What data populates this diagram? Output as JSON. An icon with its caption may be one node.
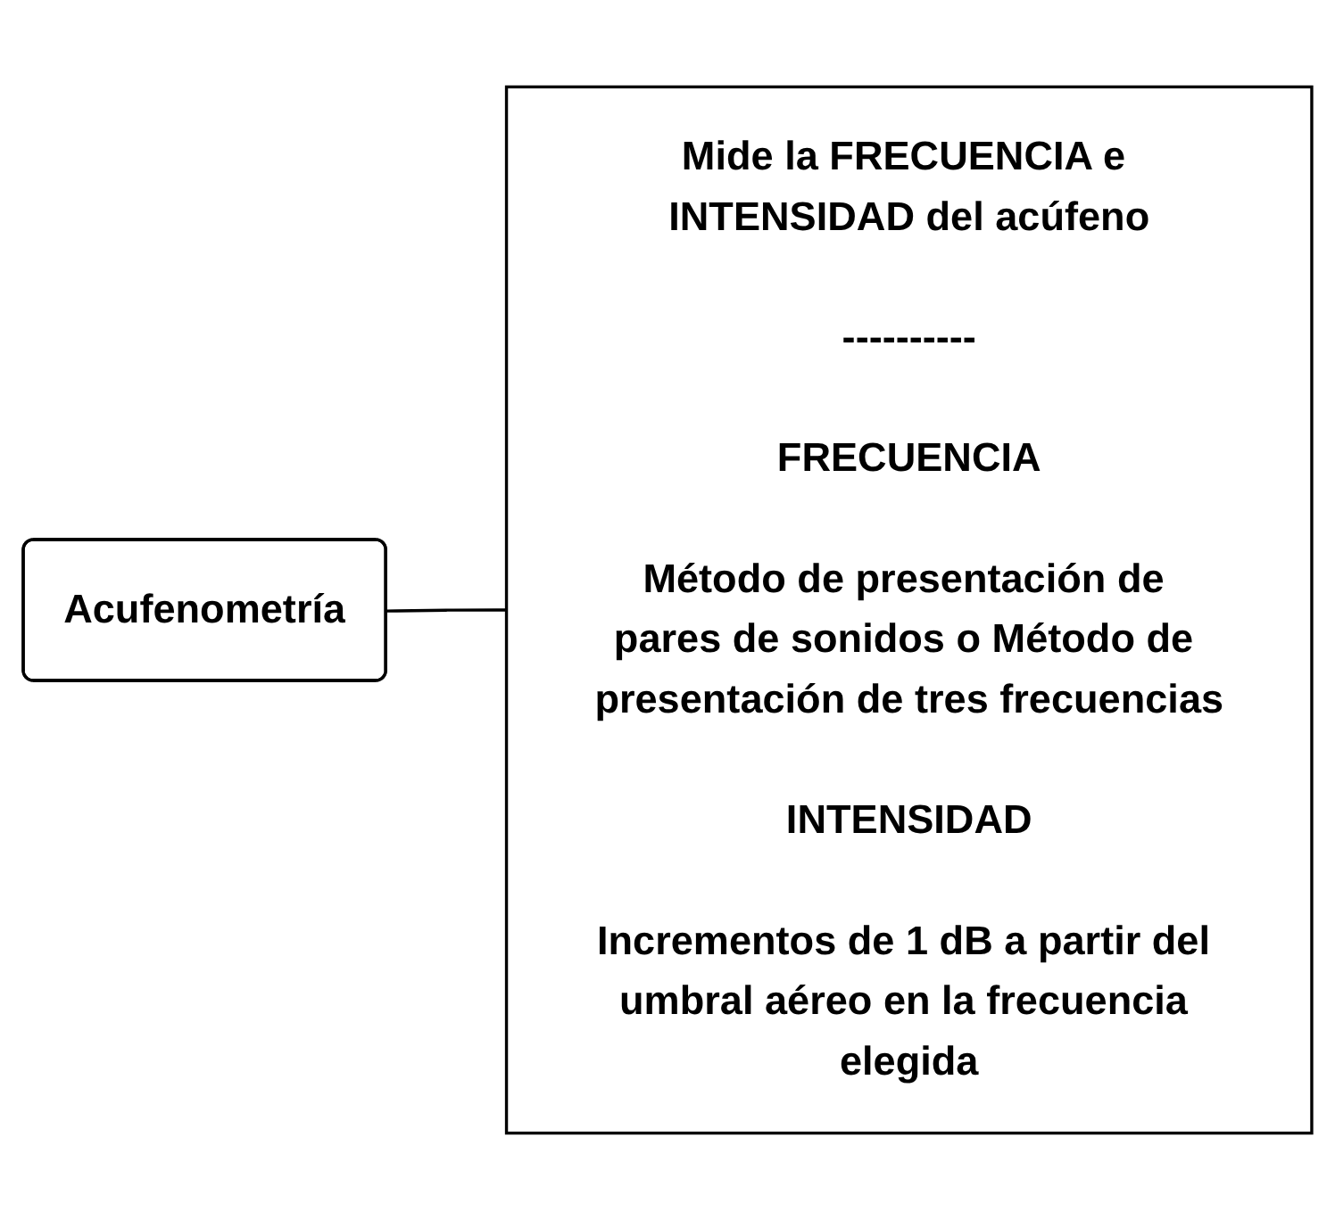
{
  "diagram": {
    "nodes": [
      {
        "text": [
          "Acufenometría"
        ]
      },
      {
        "text": [
          "Mide la FRECUENCIA e INTENSIDAD del acúfeno",
          "----------",
          "FRECUENCIA",
          "Método de presentación de pares de sonidos o Método de presentación de tres frecuencias",
          "INTENSIDAD",
          "Incrementos de 1 dB a partir del umbral aéreo en la frecuencia elegida"
        ]
      }
    ],
    "edges": [
      {
        "from": 0,
        "to": 1,
        "arrow": "none"
      }
    ]
  }
}
